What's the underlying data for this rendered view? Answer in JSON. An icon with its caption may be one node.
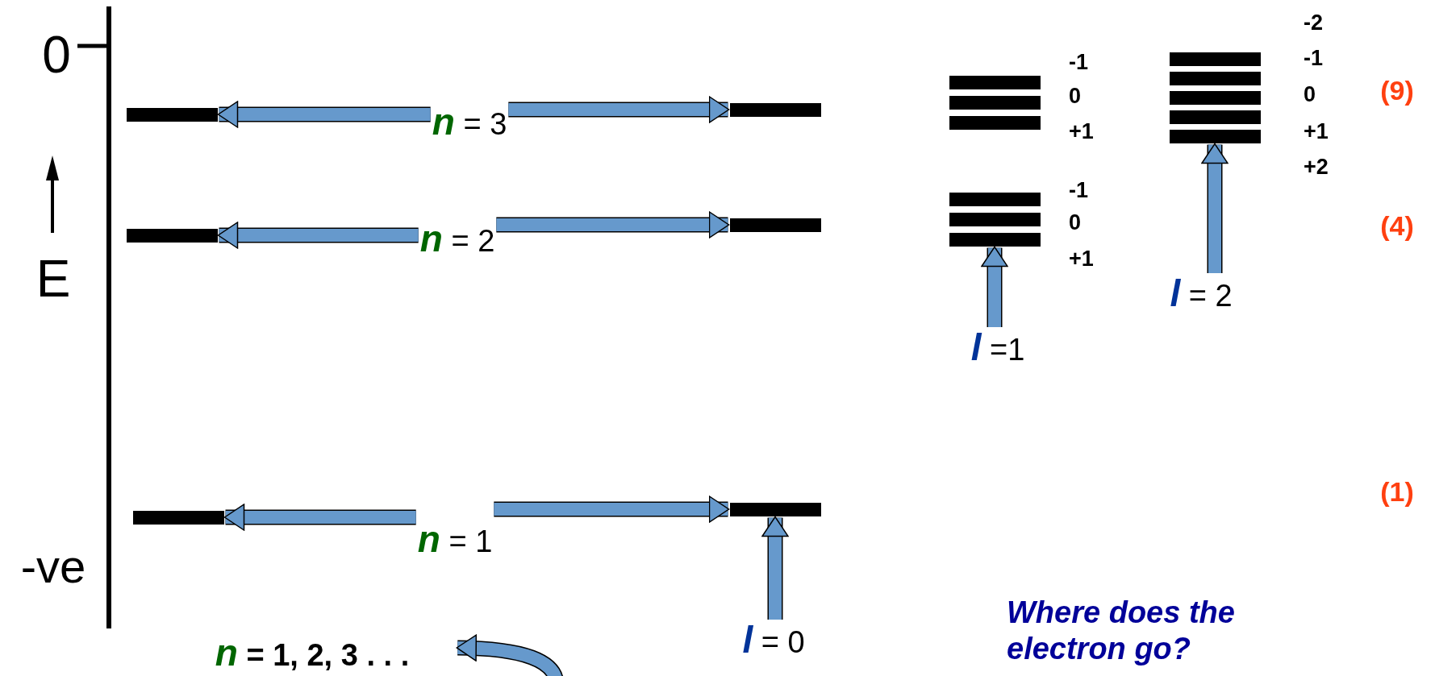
{
  "diagram": {
    "nodes": [
      {
        "text": [
          "**n** = 3"
        ]
      },
      {
        "text": [
          "**n** = 2"
        ]
      },
      {
        "text": [
          "**n** = 1"
        ]
      },
      {
        "text": [],
        "shape": "bar"
      },
      {
        "text": [],
        "shape": "bar"
      },
      {
        "text": [],
        "shape": "bar"
      },
      {
        "text": [],
        "shape": "bar"
      },
      {
        "text": [],
        "shape": "bar"
      },
      {
        "text": [],
        "shape": "bar"
      },
      {
        "text": [],
        "shape": "bar"
      },
      {
        "text": [],
        "shape": "bar"
      },
      {
        "text": [],
        "shape": "bar"
      },
      {
        "text": [],
        "shape": "bar"
      },
      {
        "text": [],
        "shape": "bar"
      },
      {
        "text": [],
        "shape": "bar"
      },
      {
        "text": [],
        "shape": "bar"
      },
      {
        "text": [],
        "shape": "bar"
      },
      {
        "text": [],
        "shape": "bar"
      },
      {
        "text": [],
        "shape": "bar"
      },
      {
        "text": [],
        "shape": "bar"
      },
      {
        "text": [
          "**l** = 0"
        ]
      },
      {
        "text": [
          "**l** =1"
        ]
      },
      {
        "text": [
          "**l** = 2"
        ]
      },
      {
        "text": [
          "**n** = 1, 2, 3 . . ."
        ]
      }
    ],
    "edges": [
      {
        "from": 0,
        "to": 3,
        "arrow": "to"
      },
      {
        "from": 0,
        "to": 6,
        "arrow": "to"
      },
      {
        "from": 1,
        "to": 4,
        "arrow": "to"
      },
      {
        "from": 1,
        "to": 7,
        "arrow": "to"
      },
      {
        "from": 2,
        "to": 5,
        "arrow": "to"
      },
      {
        "from": 2,
        "to": 8,
        "arrow": "to"
      },
      {
        "from": 20,
        "to": 8,
        "arrow": "to"
      },
      {
        "from": 21,
        "to": 14,
        "arrow": "to"
      },
      {
        "from": 22,
        "to": 19,
        "arrow": "to"
      },
      {
        "from": null,
        "to": 23,
        "arrow": "to"
      }
    ],
    "labels": [
      "0",
      "E",
      "-ve",
      "-1",
      "0",
      "+1",
      "-1",
      "0",
      "+1",
      "-2",
      "-1",
      "0",
      "+1",
      "+2",
      "(9)",
      "(4)",
      "(1)",
      "Where does the electron go?"
    ]
  }
}
